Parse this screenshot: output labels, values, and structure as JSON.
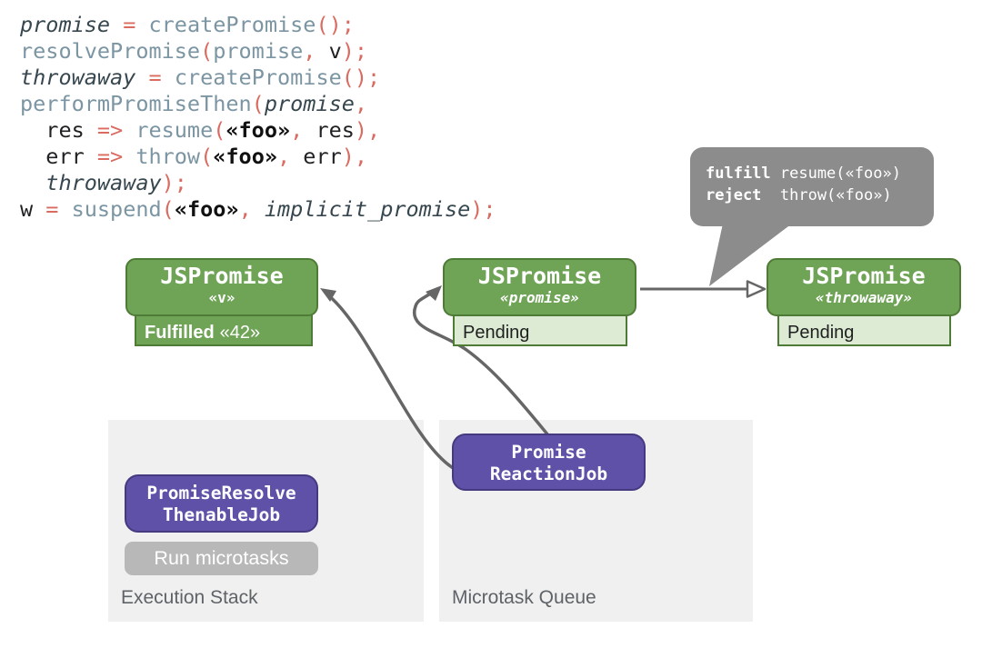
{
  "colors": {
    "green_fill": "#6FA456",
    "green_border": "#4E7B36",
    "light_fill": "#DDEBD4",
    "purple_fill": "#5F51A8",
    "purple_border": "#453A80",
    "bubble_gray": "#8C8C8C",
    "button_gray": "#B8B8B8",
    "panel_gray": "#F0F0F0",
    "label_gray": "#5F6368",
    "arrow_gray": "#666666",
    "code_var": "#37474F",
    "code_fn": "#7C95A3",
    "code_punc": "#D96B60",
    "code_plain": "#202124",
    "code_foo": "#111111"
  },
  "code": {
    "lines": [
      {
        "tokens": [
          {
            "c": "v",
            "t": "promise"
          },
          {
            "c": "t",
            "t": " "
          },
          {
            "c": "p",
            "t": "="
          },
          {
            "c": "t",
            "t": " "
          },
          {
            "c": "f",
            "t": "createPromise"
          },
          {
            "c": "p",
            "t": "();"
          }
        ]
      },
      {
        "tokens": [
          {
            "c": "f",
            "t": "resolvePromise"
          },
          {
            "c": "p",
            "t": "("
          },
          {
            "c": "f",
            "t": "promise"
          },
          {
            "c": "p",
            "t": ","
          },
          {
            "c": "t",
            "t": " v"
          },
          {
            "c": "p",
            "t": ");"
          }
        ]
      },
      {
        "tokens": [
          {
            "c": "v",
            "t": "throwaway"
          },
          {
            "c": "t",
            "t": " "
          },
          {
            "c": "p",
            "t": "="
          },
          {
            "c": "t",
            "t": " "
          },
          {
            "c": "f",
            "t": "createPromise"
          },
          {
            "c": "p",
            "t": "();"
          }
        ]
      },
      {
        "tokens": [
          {
            "c": "f",
            "t": "performPromiseThen"
          },
          {
            "c": "p",
            "t": "("
          },
          {
            "c": "v",
            "t": "promise"
          },
          {
            "c": "p",
            "t": ","
          }
        ]
      },
      {
        "tokens": [
          {
            "c": "t",
            "t": "  res "
          },
          {
            "c": "p",
            "t": "=>"
          },
          {
            "c": "t",
            "t": " "
          },
          {
            "c": "f",
            "t": "resume"
          },
          {
            "c": "p",
            "t": "("
          },
          {
            "c": "b",
            "t": "«foo»"
          },
          {
            "c": "p",
            "t": ","
          },
          {
            "c": "t",
            "t": " res"
          },
          {
            "c": "p",
            "t": "),"
          }
        ]
      },
      {
        "tokens": [
          {
            "c": "t",
            "t": "  err "
          },
          {
            "c": "p",
            "t": "=>"
          },
          {
            "c": "t",
            "t": " "
          },
          {
            "c": "f",
            "t": "throw"
          },
          {
            "c": "p",
            "t": "("
          },
          {
            "c": "b",
            "t": "«foo»"
          },
          {
            "c": "p",
            "t": ","
          },
          {
            "c": "t",
            "t": " err"
          },
          {
            "c": "p",
            "t": "),"
          }
        ]
      },
      {
        "tokens": [
          {
            "c": "t",
            "t": "  "
          },
          {
            "c": "v",
            "t": "throwaway"
          },
          {
            "c": "p",
            "t": ");"
          }
        ]
      },
      {
        "tokens": [
          {
            "c": "t",
            "t": "w "
          },
          {
            "c": "p",
            "t": "="
          },
          {
            "c": "t",
            "t": " "
          },
          {
            "c": "f",
            "t": "suspend"
          },
          {
            "c": "p",
            "t": "("
          },
          {
            "c": "b",
            "t": "«foo»"
          },
          {
            "c": "p",
            "t": ","
          },
          {
            "c": "t",
            "t": " "
          },
          {
            "c": "v",
            "t": "implicit_promise"
          },
          {
            "c": "p",
            "t": ");"
          }
        ]
      }
    ]
  },
  "bubble": {
    "rows": [
      {
        "key": "fulfill",
        "value": "resume(«foo»)"
      },
      {
        "key": "reject",
        "value": "throw(«foo»)"
      }
    ]
  },
  "promises": [
    {
      "title": "JSPromise",
      "subtitle": "«v»",
      "status_label": "Fulfilled",
      "status_value": "«42»"
    },
    {
      "title": "JSPromise",
      "subtitle": "«promise»",
      "status_label": "Pending",
      "status_value": ""
    },
    {
      "title": "JSPromise",
      "subtitle": "«throwaway»",
      "status_label": "Pending",
      "status_value": ""
    }
  ],
  "jobs": {
    "resolve_thenable": {
      "line1": "PromiseResolve",
      "line2": "ThenableJob"
    },
    "reaction": {
      "line1": "Promise",
      "line2": "ReactionJob"
    },
    "run_microtasks": "Run microtasks"
  },
  "panels": {
    "execution_stack": "Execution Stack",
    "microtask_queue": "Microtask Queue"
  },
  "icons": {
    "bubble_tail": "speech-bubble-tail",
    "arrow_filled": "filled-arrowhead",
    "arrow_open": "open-arrowhead"
  }
}
